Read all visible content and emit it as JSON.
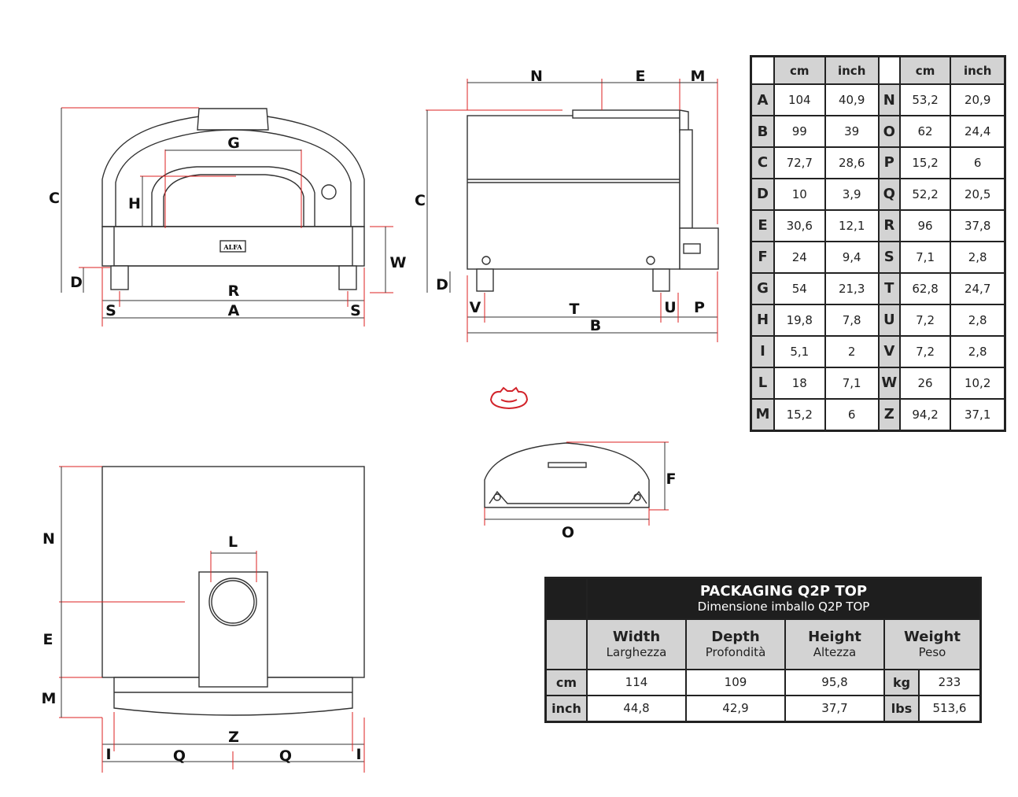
{
  "front_view": {
    "labels": {
      "C": "C",
      "G": "G",
      "H": "H",
      "D": "D",
      "R": "R",
      "A": "A",
      "S1": "S",
      "S2": "S",
      "W": "W"
    },
    "brand_plate": "ALFA"
  },
  "side_view": {
    "labels": {
      "N": "N",
      "E": "E",
      "M": "M",
      "C": "C",
      "D": "D",
      "V": "V",
      "T": "T",
      "U": "U",
      "P": "P",
      "B": "B"
    }
  },
  "top_view": {
    "labels": {
      "N": "N",
      "E": "E",
      "M": "M",
      "L": "L",
      "Z": "Z",
      "Q1": "Q",
      "Q2": "Q",
      "I1": "I",
      "I2": "I"
    }
  },
  "door_view": {
    "labels": {
      "F": "F",
      "O": "O"
    }
  },
  "logo": {
    "color": "#d2232a"
  },
  "dimensions_table": {
    "headers": [
      "cm",
      "inch",
      "cm",
      "inch"
    ],
    "rows": [
      {
        "key": "A",
        "cm": "104",
        "inch": "40,9",
        "key2": "N",
        "cm2": "53,2",
        "inch2": "20,9"
      },
      {
        "key": "B",
        "cm": "99",
        "inch": "39",
        "key2": "O",
        "cm2": "62",
        "inch2": "24,4"
      },
      {
        "key": "C",
        "cm": "72,7",
        "inch": "28,6",
        "key2": "P",
        "cm2": "15,2",
        "inch2": "6"
      },
      {
        "key": "D",
        "cm": "10",
        "inch": "3,9",
        "key2": "Q",
        "cm2": "52,2",
        "inch2": "20,5"
      },
      {
        "key": "E",
        "cm": "30,6",
        "inch": "12,1",
        "key2": "R",
        "cm2": "96",
        "inch2": "37,8"
      },
      {
        "key": "F",
        "cm": "24",
        "inch": "9,4",
        "key2": "S",
        "cm2": "7,1",
        "inch2": "2,8"
      },
      {
        "key": "G",
        "cm": "54",
        "inch": "21,3",
        "key2": "T",
        "cm2": "62,8",
        "inch2": "24,7"
      },
      {
        "key": "H",
        "cm": "19,8",
        "inch": "7,8",
        "key2": "U",
        "cm2": "7,2",
        "inch2": "2,8"
      },
      {
        "key": "I",
        "cm": "5,1",
        "inch": "2",
        "key2": "V",
        "cm2": "7,2",
        "inch2": "2,8"
      },
      {
        "key": "L",
        "cm": "18",
        "inch": "7,1",
        "key2": "W",
        "cm2": "26",
        "inch2": "10,2"
      },
      {
        "key": "M",
        "cm": "15,2",
        "inch": "6",
        "key2": "Z",
        "cm2": "94,2",
        "inch2": "37,1"
      }
    ]
  },
  "packaging": {
    "title": "PACKAGING Q2P TOP",
    "subtitle": "Dimensione imballo Q2P TOP",
    "columns": [
      {
        "en": "Width",
        "it": "Larghezza"
      },
      {
        "en": "Depth",
        "it": "Profondità"
      },
      {
        "en": "Height",
        "it": "Altezza"
      },
      {
        "en": "Weight",
        "it": "Peso"
      }
    ],
    "rows": [
      {
        "unit": "cm",
        "width": "114",
        "depth": "109",
        "height": "95,8",
        "weight_unit": "kg",
        "weight": "233"
      },
      {
        "unit": "inch",
        "width": "44,8",
        "depth": "42,9",
        "height": "37,7",
        "weight_unit": "lbs",
        "weight": "513,6"
      }
    ]
  }
}
